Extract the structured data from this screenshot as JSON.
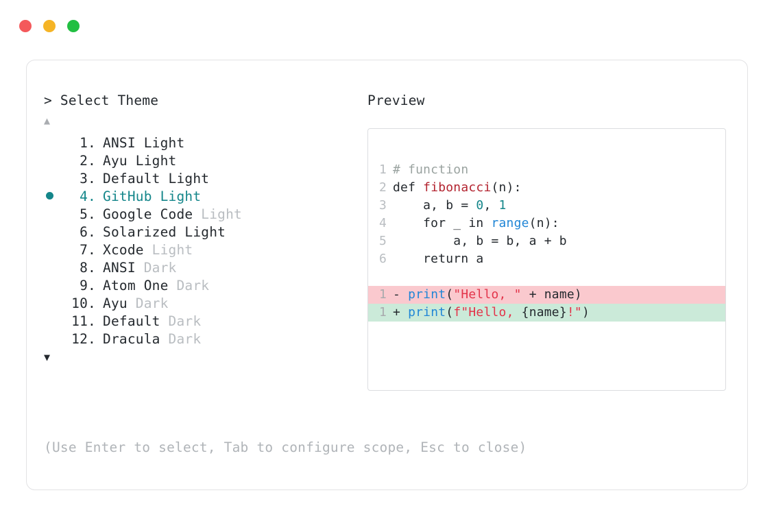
{
  "window": {
    "controls": [
      {
        "name": "close",
        "color": "#f4595b"
      },
      {
        "name": "minimize",
        "color": "#f5b426"
      },
      {
        "name": "maximize",
        "color": "#22bf42"
      }
    ]
  },
  "prompt": {
    "symbol": ">",
    "title": "Select Theme",
    "scroll_up": "▲",
    "scroll_down": "▼",
    "selected_index": 4,
    "accent_color": "#14868a"
  },
  "themes": [
    {
      "num": "1.",
      "name": "ANSI",
      "variant": "Light",
      "variant_dim": false,
      "selected": false
    },
    {
      "num": "2.",
      "name": "Ayu",
      "variant": "Light",
      "variant_dim": false,
      "selected": false
    },
    {
      "num": "3.",
      "name": "Default",
      "variant": "Light",
      "variant_dim": false,
      "selected": false
    },
    {
      "num": "4.",
      "name": "GitHub",
      "variant": "Light",
      "variant_dim": false,
      "selected": true
    },
    {
      "num": "5.",
      "name": "Google Code",
      "variant": "Light",
      "variant_dim": true,
      "selected": false
    },
    {
      "num": "6.",
      "name": "Solarized",
      "variant": "Light",
      "variant_dim": false,
      "selected": false
    },
    {
      "num": "7.",
      "name": "Xcode",
      "variant": "Light",
      "variant_dim": true,
      "selected": false
    },
    {
      "num": "8.",
      "name": "ANSI",
      "variant": "Dark",
      "variant_dim": true,
      "selected": false
    },
    {
      "num": "9.",
      "name": "Atom One",
      "variant": "Dark",
      "variant_dim": true,
      "selected": false
    },
    {
      "num": "10.",
      "name": "Ayu",
      "variant": "Dark",
      "variant_dim": true,
      "selected": false
    },
    {
      "num": "11.",
      "name": "Default",
      "variant": "Dark",
      "variant_dim": true,
      "selected": false
    },
    {
      "num": "12.",
      "name": "Dracula",
      "variant": "Dark",
      "variant_dim": true,
      "selected": false
    }
  ],
  "hint": "(Use Enter to select, Tab to configure scope, Esc to close)",
  "preview": {
    "label": "Preview",
    "code_lines": [
      {
        "gutter": "1",
        "tokens": [
          {
            "t": "# function",
            "c": "tok-comment"
          }
        ]
      },
      {
        "gutter": "2",
        "tokens": [
          {
            "t": "def ",
            "c": "tok-kw"
          },
          {
            "t": "fibonacci",
            "c": "tok-fn"
          },
          {
            "t": "(n):",
            "c": "tok-punct"
          }
        ]
      },
      {
        "gutter": "3",
        "tokens": [
          {
            "t": "    a, b = ",
            "c": "tok-punct"
          },
          {
            "t": "0",
            "c": "tok-num"
          },
          {
            "t": ", ",
            "c": "tok-punct"
          },
          {
            "t": "1",
            "c": "tok-num"
          }
        ]
      },
      {
        "gutter": "4",
        "tokens": [
          {
            "t": "    for _ in ",
            "c": "tok-kw"
          },
          {
            "t": "range",
            "c": "tok-builtin"
          },
          {
            "t": "(n):",
            "c": "tok-punct"
          }
        ]
      },
      {
        "gutter": "5",
        "tokens": [
          {
            "t": "        a, b = b, a + b",
            "c": "tok-punct"
          }
        ]
      },
      {
        "gutter": "6",
        "tokens": [
          {
            "t": "    return a",
            "c": "tok-kw"
          }
        ]
      }
    ],
    "diff_lines": [
      {
        "gutter": "1",
        "kind": "del",
        "sign": "- ",
        "tokens": [
          {
            "t": "print",
            "c": "tok-builtin"
          },
          {
            "t": "(",
            "c": "tok-punct"
          },
          {
            "t": "\"Hello, \"",
            "c": "tok-str"
          },
          {
            "t": " + name)",
            "c": "tok-punct"
          }
        ]
      },
      {
        "gutter": "1",
        "kind": "add",
        "sign": "+ ",
        "tokens": [
          {
            "t": "print",
            "c": "tok-builtin"
          },
          {
            "t": "(",
            "c": "tok-punct"
          },
          {
            "t": "f\"Hello, ",
            "c": "tok-str"
          },
          {
            "t": "{name}",
            "c": "tok-punct"
          },
          {
            "t": "!\"",
            "c": "tok-str"
          },
          {
            "t": ")",
            "c": "tok-punct"
          }
        ]
      }
    ],
    "diff_colors": {
      "deleted_bg": "#fac9ce",
      "added_bg": "#cbead9"
    }
  }
}
